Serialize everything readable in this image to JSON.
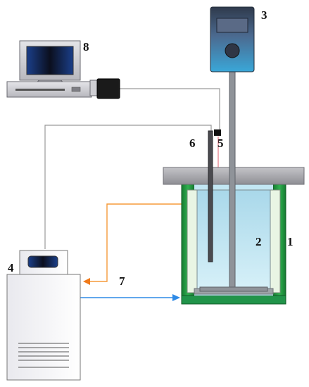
{
  "labels": {
    "jacket": "1",
    "reactor_vessel": "2",
    "stirrer_motor": "3",
    "circulator": "4",
    "sensor": "5",
    "probe": "6",
    "circulation_lines": "7",
    "computer": "8"
  },
  "colors": {
    "hot_line": "#f59a3a",
    "cold_line": "#2e8ae6",
    "signal_wire": "#9a9a9a",
    "sensor_wire": "#e05a6a",
    "jacket": "#1e8f3c",
    "vessel_liquid": "#bfe6f2",
    "lid": "#a8a8ad",
    "motor": "#4a5870"
  }
}
